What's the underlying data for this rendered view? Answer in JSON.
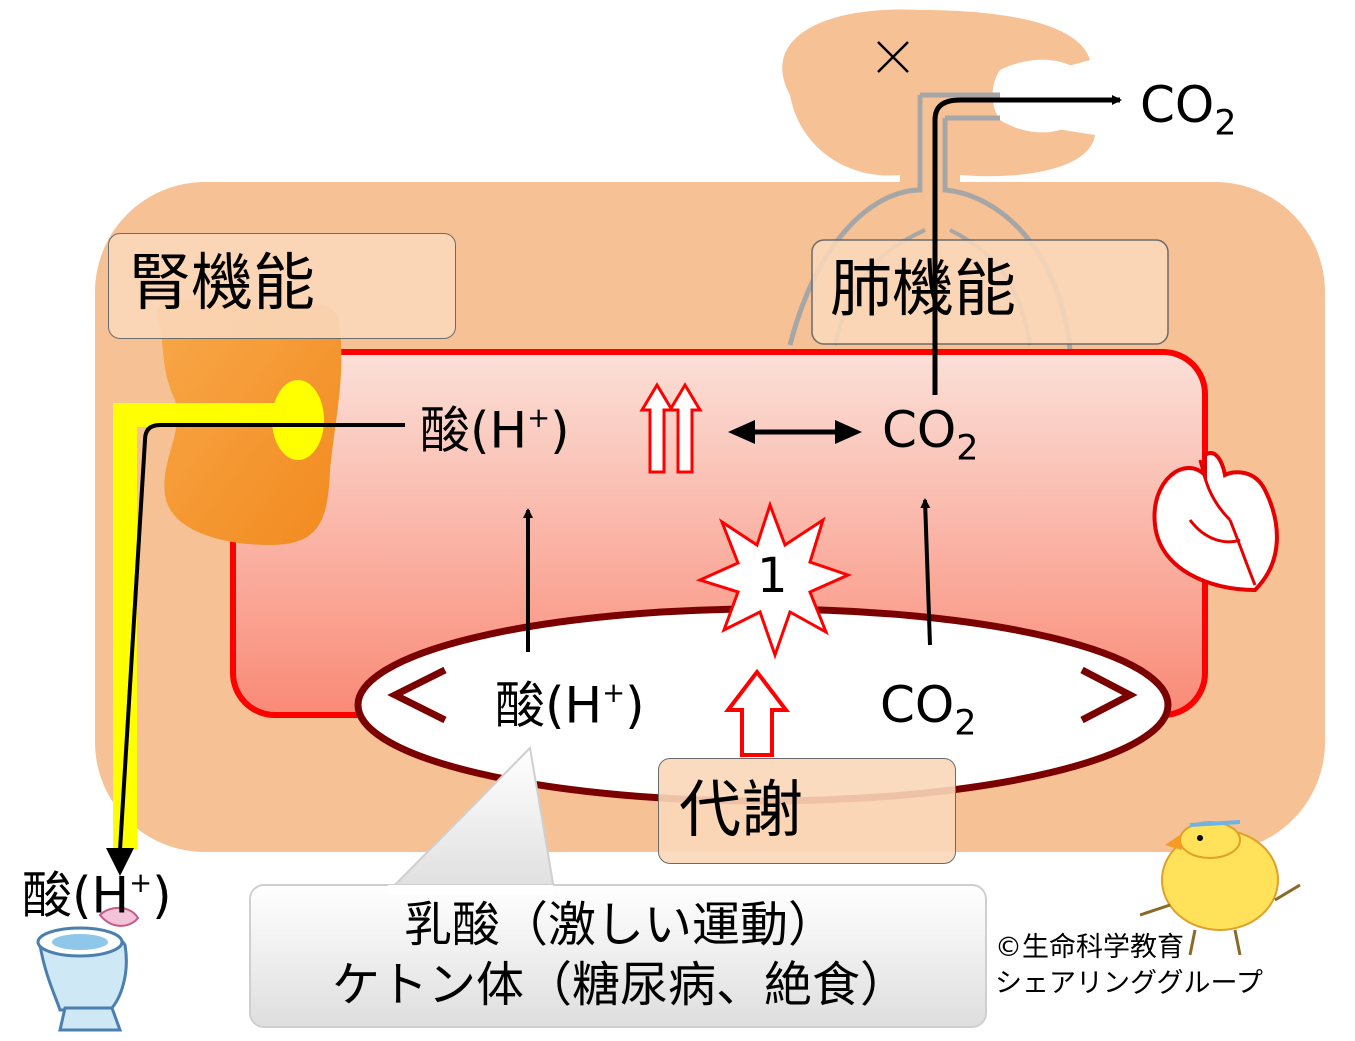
{
  "labels": {
    "kidney_function": "腎機能",
    "lung_function": "肺機能",
    "metabolism": "代謝",
    "callout_line1": "乳酸（激しい運動）",
    "callout_line2": "ケトン体（糖尿病、絶食）",
    "credit_line1": "©生命科学教育",
    "credit_line2": "シェアリンググループ",
    "star_number": "1",
    "cross_mark": "×"
  },
  "chem": {
    "acid": "酸(H",
    "acid_sup": "+",
    "acid_close": ")",
    "co2_base": "CO",
    "co2_sub": "2"
  },
  "colors": {
    "body": "#f7c196",
    "blood_top": "#fadcd5",
    "blood_bottom": "#f98f7c",
    "blood_border": "#ff0000",
    "cell_border": "#7b0000",
    "kidney": "#f69534",
    "yellow": "#ffff00",
    "lung_outline": "#a6a6a6"
  }
}
